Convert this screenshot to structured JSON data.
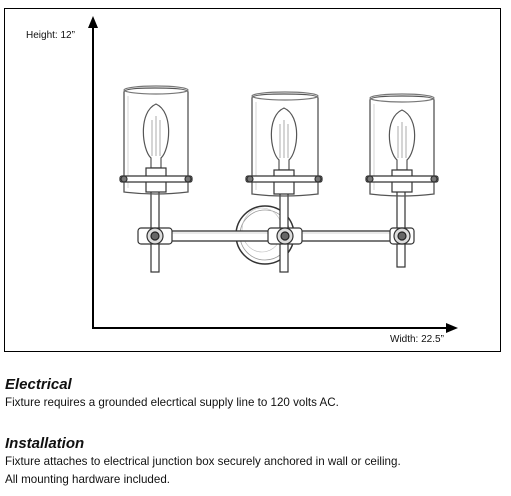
{
  "diagram": {
    "height_label": "Height: 12”",
    "width_label": "Width: 22.5”"
  },
  "electrical": {
    "heading": "Electrical",
    "text": "Fixture requires a grounded elecrtical supply line to 120 volts AC."
  },
  "installation": {
    "heading": "Installation",
    "line1": "Fixture attaches to electrical junction box securely anchored in wall or ceiling.",
    "line2": "All mounting hardware included."
  }
}
